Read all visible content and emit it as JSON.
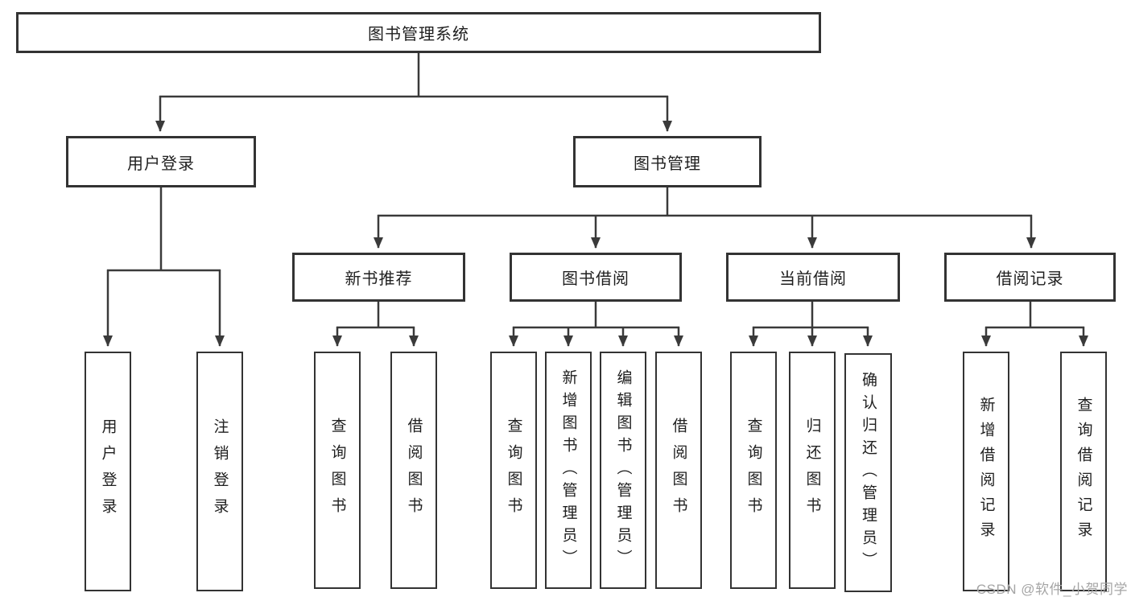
{
  "tree": {
    "root": {
      "label": "图书管理系统"
    },
    "branches": [
      {
        "label": "用户登录",
        "children": [
          {
            "label": "用户登录"
          },
          {
            "label": "注销登录"
          }
        ]
      },
      {
        "label": "图书管理",
        "children": [
          {
            "label": "新书推荐",
            "children": [
              {
                "label": "查询图书"
              },
              {
                "label": "借阅图书"
              }
            ]
          },
          {
            "label": "图书借阅",
            "children": [
              {
                "label": "查询图书"
              },
              {
                "label": "新增图书（管理员）"
              },
              {
                "label": "编辑图书（管理员）"
              },
              {
                "label": "借阅图书"
              }
            ]
          },
          {
            "label": "当前借阅",
            "children": [
              {
                "label": "查询图书"
              },
              {
                "label": "归还图书"
              },
              {
                "label": "确认归还（管理员）"
              }
            ]
          },
          {
            "label": "借阅记录",
            "children": [
              {
                "label": "新增借阅记录"
              },
              {
                "label": "查询借阅记录"
              }
            ]
          }
        ]
      }
    ]
  },
  "watermark": {
    "text": "CSDN @软件_小贺同学"
  },
  "colors": {
    "line": "#3a3a3a",
    "box_border": "#333333",
    "text": "#1f1f1f",
    "watermark_text": "#a5a5a5",
    "background": "#ffffff"
  }
}
